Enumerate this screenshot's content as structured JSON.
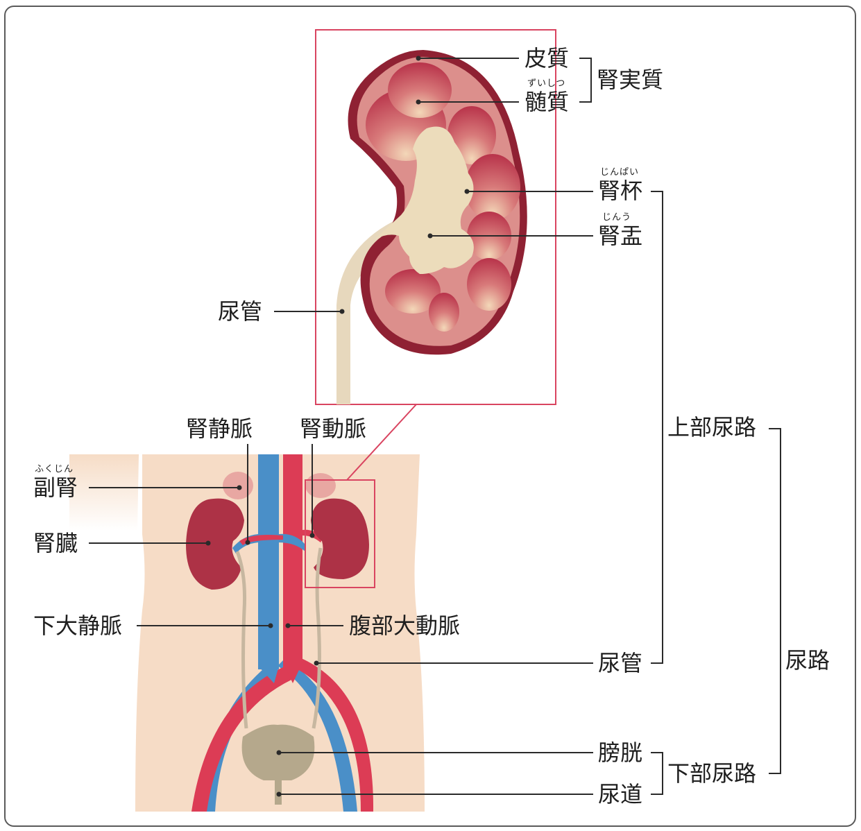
{
  "labels": {
    "hishitsu": "皮質",
    "zuishitsu": "髄質",
    "zuishitsu_ruby": "ずいしつ",
    "jinjisshitsu": "腎実質",
    "jinpai": "腎杯",
    "jinpai_ruby": "じんぱい",
    "jinu": "腎盂",
    "jinu_ruby": "じんう",
    "nyokan_upper": "尿管",
    "jouminyakuro": "上部尿路",
    "jinjomyaku": "腎静脈",
    "jindomyaku": "腎動脈",
    "fukujin": "副腎",
    "fukujin_ruby": "ふくじん",
    "jinzou": "腎臓",
    "kadaijomyaku": "下大静脈",
    "fukubudaidomyaku": "腹部大動脈",
    "nyokan_lower": "尿管",
    "nyoro": "尿路",
    "boukou": "膀胱",
    "nyodou": "尿道",
    "kabunyoro": "下部尿路"
  },
  "colors": {
    "skin": "#f6dcc6",
    "kidney": "#ad3246",
    "kidney_outer": "#8f2133",
    "cortex": "#dc8f8c",
    "medulla": "#c8485a",
    "pelvis": "#ecdcbb",
    "ureter": "#c7b7a0",
    "vein": "#4a8fc8",
    "artery": "#dc3c55",
    "bladder": "#b5a88c",
    "adrenal": "#e8a7a2",
    "highlight": "#d94460",
    "line": "#2a2a2a"
  }
}
